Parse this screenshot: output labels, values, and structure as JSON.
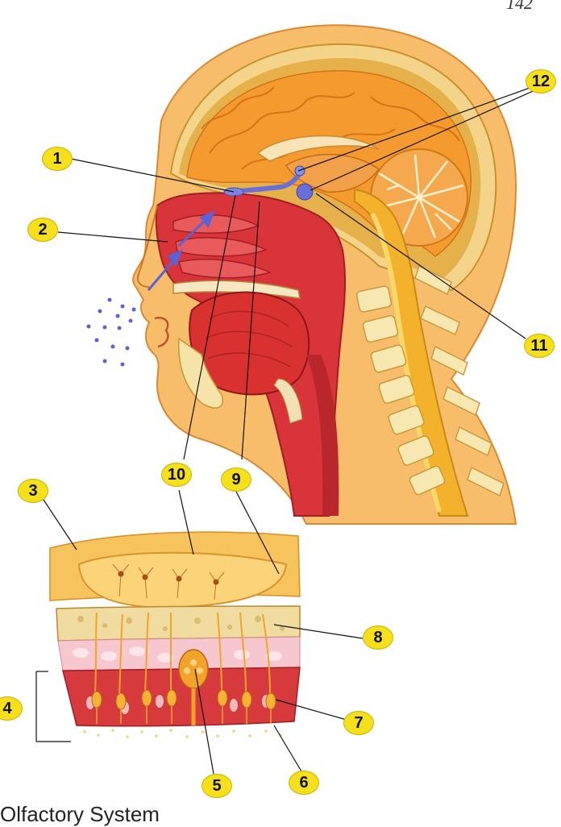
{
  "page_number": "142",
  "caption": "Olfactory System",
  "labels": [
    "1",
    "2",
    "3",
    "4",
    "5",
    "6",
    "7",
    "8",
    "9",
    "10",
    "11",
    "12"
  ],
  "colors": {
    "badge": "#f6e01c",
    "skin": "#f6b25a",
    "brain": "#f59a2e",
    "nasal_cavity": "#d9343a",
    "olfactory_bulb": "#6a6fd6",
    "spinal_cord": "#f2c12e",
    "bone": "#f7e7b0"
  }
}
